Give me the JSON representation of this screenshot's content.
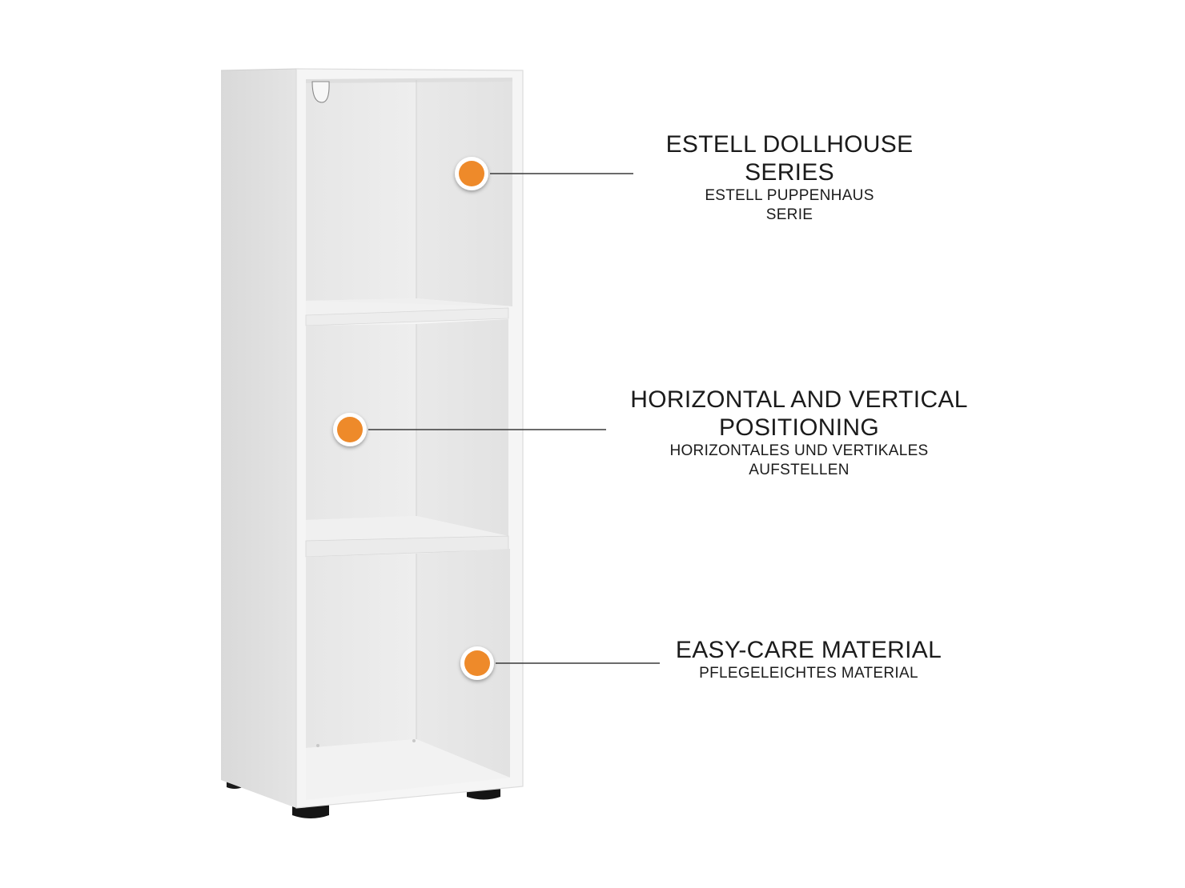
{
  "accent_color": "#EE8A2A",
  "features": [
    {
      "title_en_line1": "ESTELL DOLLHOUSE",
      "title_en_line2": "SERIES",
      "title_de_line1": "ESTELL PUPPENHAUS",
      "title_de_line2": "SERIE"
    },
    {
      "title_en_line1": "HORIZONTAL AND VERTICAL",
      "title_en_line2": "POSITIONING",
      "title_de_line1": "HORIZONTALES UND VERTIKALES",
      "title_de_line2": "AUFSTELLEN"
    },
    {
      "title_en_line1": "EASY-CARE MATERIAL",
      "title_de_line1": "PFLEGELEICHTES MATERIAL"
    }
  ]
}
